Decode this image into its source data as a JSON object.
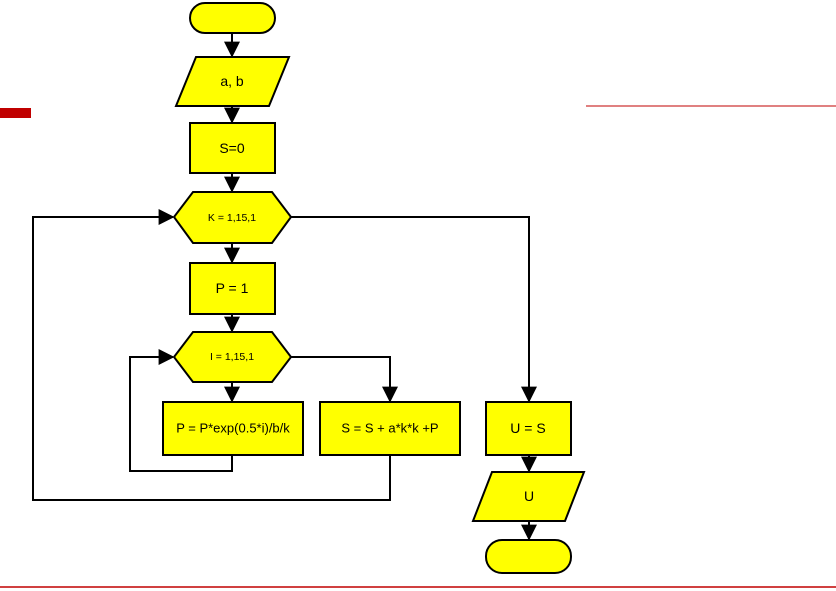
{
  "flowchart": {
    "input_ab": "a, b",
    "init_s": "S=0",
    "loop_k": "K = 1,15,1",
    "init_p": "P = 1",
    "loop_i": "I = 1,15,1",
    "update_p": "P = P*exp(0.5*i)/b/k",
    "update_s": "S = S + a*k*k +P",
    "assign_u": "U = S",
    "output_u": "U"
  },
  "colors": {
    "shape_fill": "#ffff00",
    "shape_stroke": "#000000",
    "slide_accent": "#c00000"
  }
}
